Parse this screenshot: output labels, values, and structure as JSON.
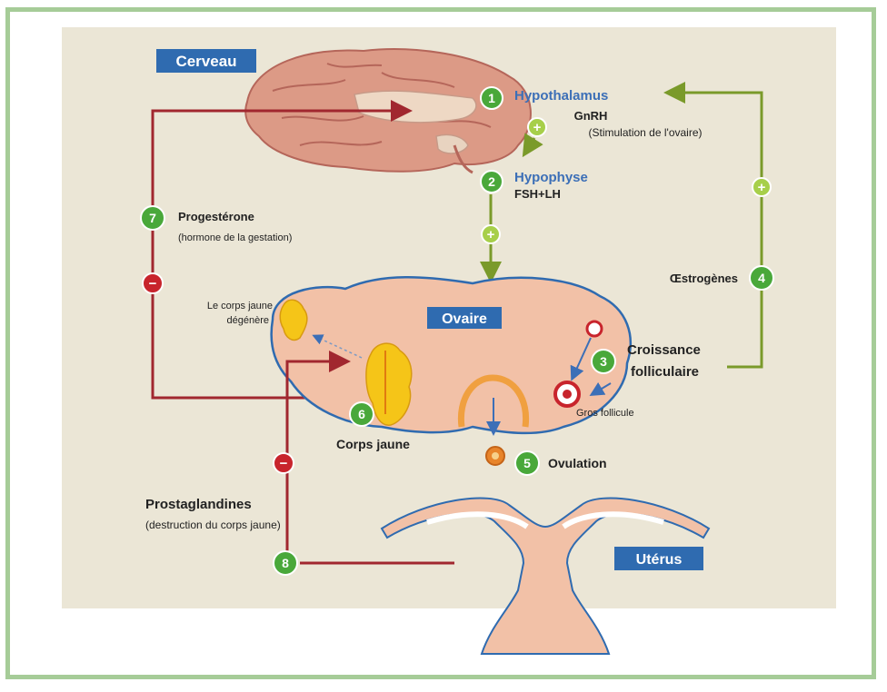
{
  "labels": {
    "cerveau": "Cerveau",
    "hypothalamus": "Hypothalamus",
    "gnrh": "GnRH",
    "stimulation": "(Stimulation de l'ovaire)",
    "hypophyse": "Hypophyse",
    "fsh_lh": "FSH+LH",
    "progesterone": "Progestérone",
    "gestation": "(hormone de la gestation)",
    "oestrogenes": "Œstrogènes",
    "ovaire": "Ovaire",
    "corps_jaune_degenere_1": "Le corps jaune",
    "corps_jaune_degenere_2": "dégénère",
    "croissance": "Croissance",
    "folliculaire": "folliculaire",
    "gros_follicule": "Gros follicule",
    "corps_jaune": "Corps jaune",
    "ovulation": "Ovulation",
    "prostaglandines": "Prostaglandines",
    "destruction": "(destruction du corps jaune)",
    "uterus": "Utérus"
  },
  "steps": [
    "1",
    "2",
    "3",
    "4",
    "5",
    "6",
    "7",
    "8"
  ],
  "signs": {
    "plus": "+",
    "minus": "−"
  },
  "colors": {
    "panel": "#ebe6d6",
    "frame": "#a6cc98",
    "brain": "#dc9a86",
    "organ": "#f2c1a7",
    "inhibit_line": "#a1272f",
    "stimulate_line": "#7a9a2a",
    "step_badge": "#49a83a",
    "minus_badge": "#c8242c",
    "label_box": "#2f6bb0"
  }
}
